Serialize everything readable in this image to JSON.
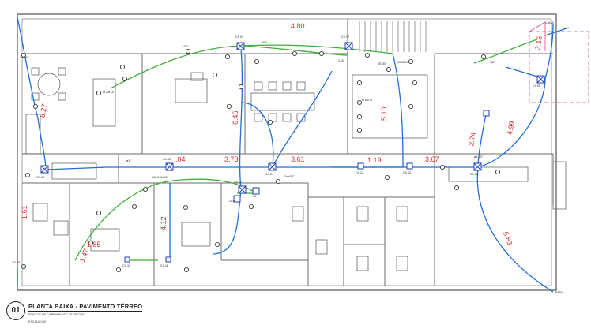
{
  "caption": {
    "number": "01",
    "title": "PLANTA BAIXA - PAVIMENTO TÉRREO",
    "subtitle": "PONTOS DE CABEAMENTO TELEFONE",
    "scale": "ESCALA 1/50"
  },
  "dimensions": [
    "4.80",
    "5.27",
    "6.46",
    "5.10",
    "3.15",
    "4.99",
    "2.74",
    "3.73",
    ".04",
    "3.61",
    "1.19",
    "3.67",
    "4.12",
    "1.85",
    "1.47",
    "1.61",
    "6.83"
  ],
  "annotations": [
    "ø1/2\"",
    "ø3/4\"",
    "ø1\"",
    "ø1.1/2\"",
    "2xø3/4\"",
    "CX.01",
    "CX.02",
    "CX.03",
    "CX.04",
    "CX.05",
    "CX.06",
    "CX.07",
    "CX.08",
    "CX.09",
    "CX.10",
    "CX.11",
    "CX.12",
    "CX.13",
    "CX.14",
    "CX.15",
    "100x100x70",
    "1.10",
    "PLANTA",
    "PONTO",
    "TELEF",
    "QL",
    "CAIXA",
    "CAMERA",
    "QDT",
    "PABX"
  ],
  "colors": {
    "walls": "#6b6b6b",
    "blue_conduit": "#1e6fd9",
    "green_conduit": "#3fae3a",
    "dimension_red": "#d9302b",
    "pink_stair": "#d94a72",
    "box_blue": "#1f3fb8"
  }
}
